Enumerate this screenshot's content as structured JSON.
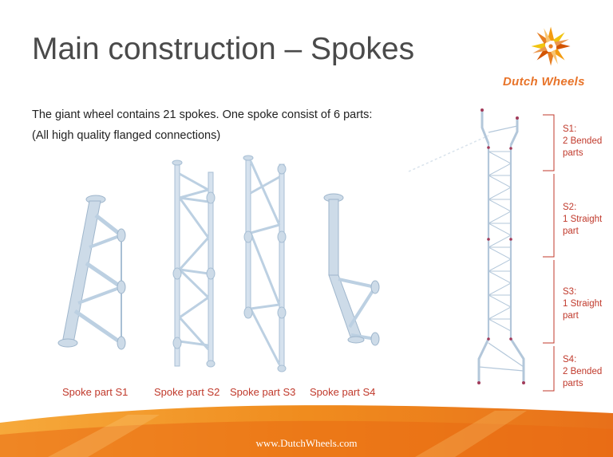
{
  "slide": {
    "title": "Main construction – Spokes",
    "intro_line1": "The giant wheel contains 21 spokes. One spoke consist of 6 parts:",
    "intro_line2": "(All high quality flanged connections)",
    "logo_text": "Dutch Wheels",
    "footer_url": "www.DutchWheels.com"
  },
  "captions": {
    "s1": "Spoke part S1",
    "s2": "Spoke part S2",
    "s3": "Spoke part S3",
    "s4": "Spoke part S4"
  },
  "sections": [
    {
      "code": "S1:",
      "line1": "2 Bended",
      "line2": "parts"
    },
    {
      "code": "S2:",
      "line1": "1 Straight",
      "line2": "part"
    },
    {
      "code": "S3:",
      "line1": "1 Straight",
      "line2": "part"
    },
    {
      "code": "S4:",
      "line1": "2 Bended",
      "line2": "parts"
    }
  ],
  "colors": {
    "accent_red": "#c0392b",
    "logo_orange": "#e8742a",
    "steel": "#b9cde0"
  }
}
